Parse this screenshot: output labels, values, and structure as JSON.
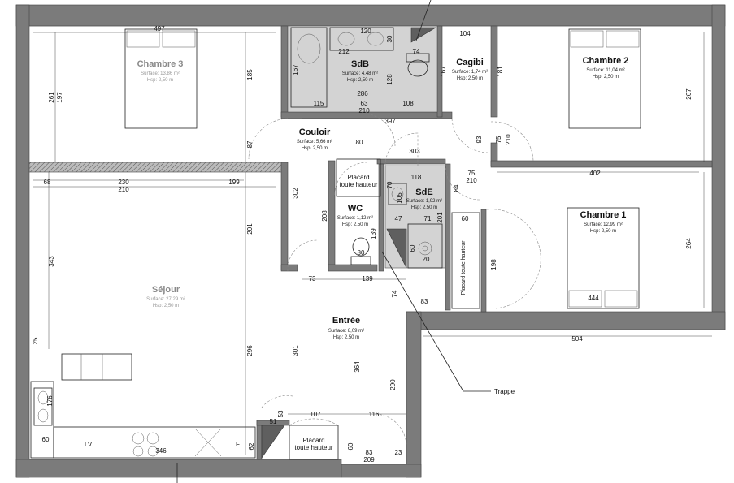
{
  "rooms": {
    "chambre3": {
      "name": "Chambre 3",
      "surface": "Surface: 13,86 m²",
      "hsp": "Hsp: 2,50 m"
    },
    "sdb": {
      "name": "SdB",
      "surface": "Surface: 4,48 m²",
      "hsp": "Hsp: 2,50 m"
    },
    "cagibi": {
      "name": "Cagibi",
      "surface": "Surface: 1,74 m²",
      "hsp": "Hsp: 2,50 m"
    },
    "chambre2": {
      "name": "Chambre 2",
      "surface": "Surface: 11,04 m²",
      "hsp": "Hsp: 2,50 m"
    },
    "couloir": {
      "name": "Couloir",
      "surface": "Surface: 5,66 m²",
      "hsp": "Hsp: 2,50 m"
    },
    "sde": {
      "name": "SdE",
      "surface": "Surface: 1,92 m²",
      "hsp": "Hsp: 2,50 m"
    },
    "wc": {
      "name": "WC",
      "surface": "Surface: 1,12 m²",
      "hsp": "Hsp: 2,50 m"
    },
    "chambre1": {
      "name": "Chambre 1",
      "surface": "Surface: 12,99 m²",
      "hsp": "Hsp: 2,50 m"
    },
    "sejour": {
      "name": "Séjour",
      "surface": "Surface: 27,29 m²",
      "hsp": "Hsp: 2,50 m"
    },
    "entree": {
      "name": "Entrée",
      "surface": "Surface: 8,09 m²",
      "hsp": "Hsp: 2,50 m"
    }
  },
  "storage": {
    "placard_couloir_1": "Placard",
    "placard_couloir_2": "toute hauteur",
    "placard_entree_1": "Placard",
    "placard_entree_2": "toute hauteur",
    "placard_chambre1": "Placard toute hauteur"
  },
  "fixtures": {
    "lv": "LV",
    "fridge": "F"
  },
  "callouts": {
    "trappe": "Trappe"
  },
  "dimensions": {
    "d497": "497",
    "d261": "261",
    "d197": "197",
    "d185": "185",
    "d120": "120",
    "d212": "212",
    "d30": "30",
    "d74": "74",
    "d167a": "167",
    "d128": "128",
    "d286": "286",
    "d115": "115",
    "d63": "63",
    "d210a": "210",
    "d108": "108",
    "d397": "397",
    "d104": "104",
    "d167b": "167",
    "d181": "181",
    "d267": "267",
    "d80a": "80",
    "d87": "87",
    "d303": "303",
    "d93": "93",
    "d75a": "75",
    "d210b": "210",
    "d68": "68",
    "d230": "230",
    "d210c": "210",
    "d199": "199",
    "d118": "118",
    "d75b": "75",
    "d210d": "210",
    "d402": "402",
    "d84": "84",
    "d302": "302",
    "d208": "208",
    "d70": "70",
    "d105": "105",
    "d47": "47",
    "d71": "71",
    "d201a": "201",
    "d60a": "60",
    "d139a": "139",
    "d80b": "80",
    "d60b": "60",
    "d20": "20",
    "d198": "198",
    "d264": "264",
    "d201b": "201",
    "d343": "343",
    "d73": "73",
    "d139b": "139",
    "d74b": "74",
    "d83a": "83",
    "d444": "444",
    "d504": "504",
    "d296": "296",
    "d301": "301",
    "d364": "364",
    "d290": "290",
    "d107": "107",
    "d116": "116",
    "d53": "53",
    "d51": "51",
    "d62": "62",
    "d60c": "60",
    "d83b": "83",
    "d209": "209",
    "d23": "23",
    "d60d": "60",
    "d25": "25",
    "d346": "346",
    "d176": "176"
  },
  "colors": {
    "wall": "#7b7b7b",
    "wet_area": "#d3d3d3",
    "text": "#111111"
  }
}
